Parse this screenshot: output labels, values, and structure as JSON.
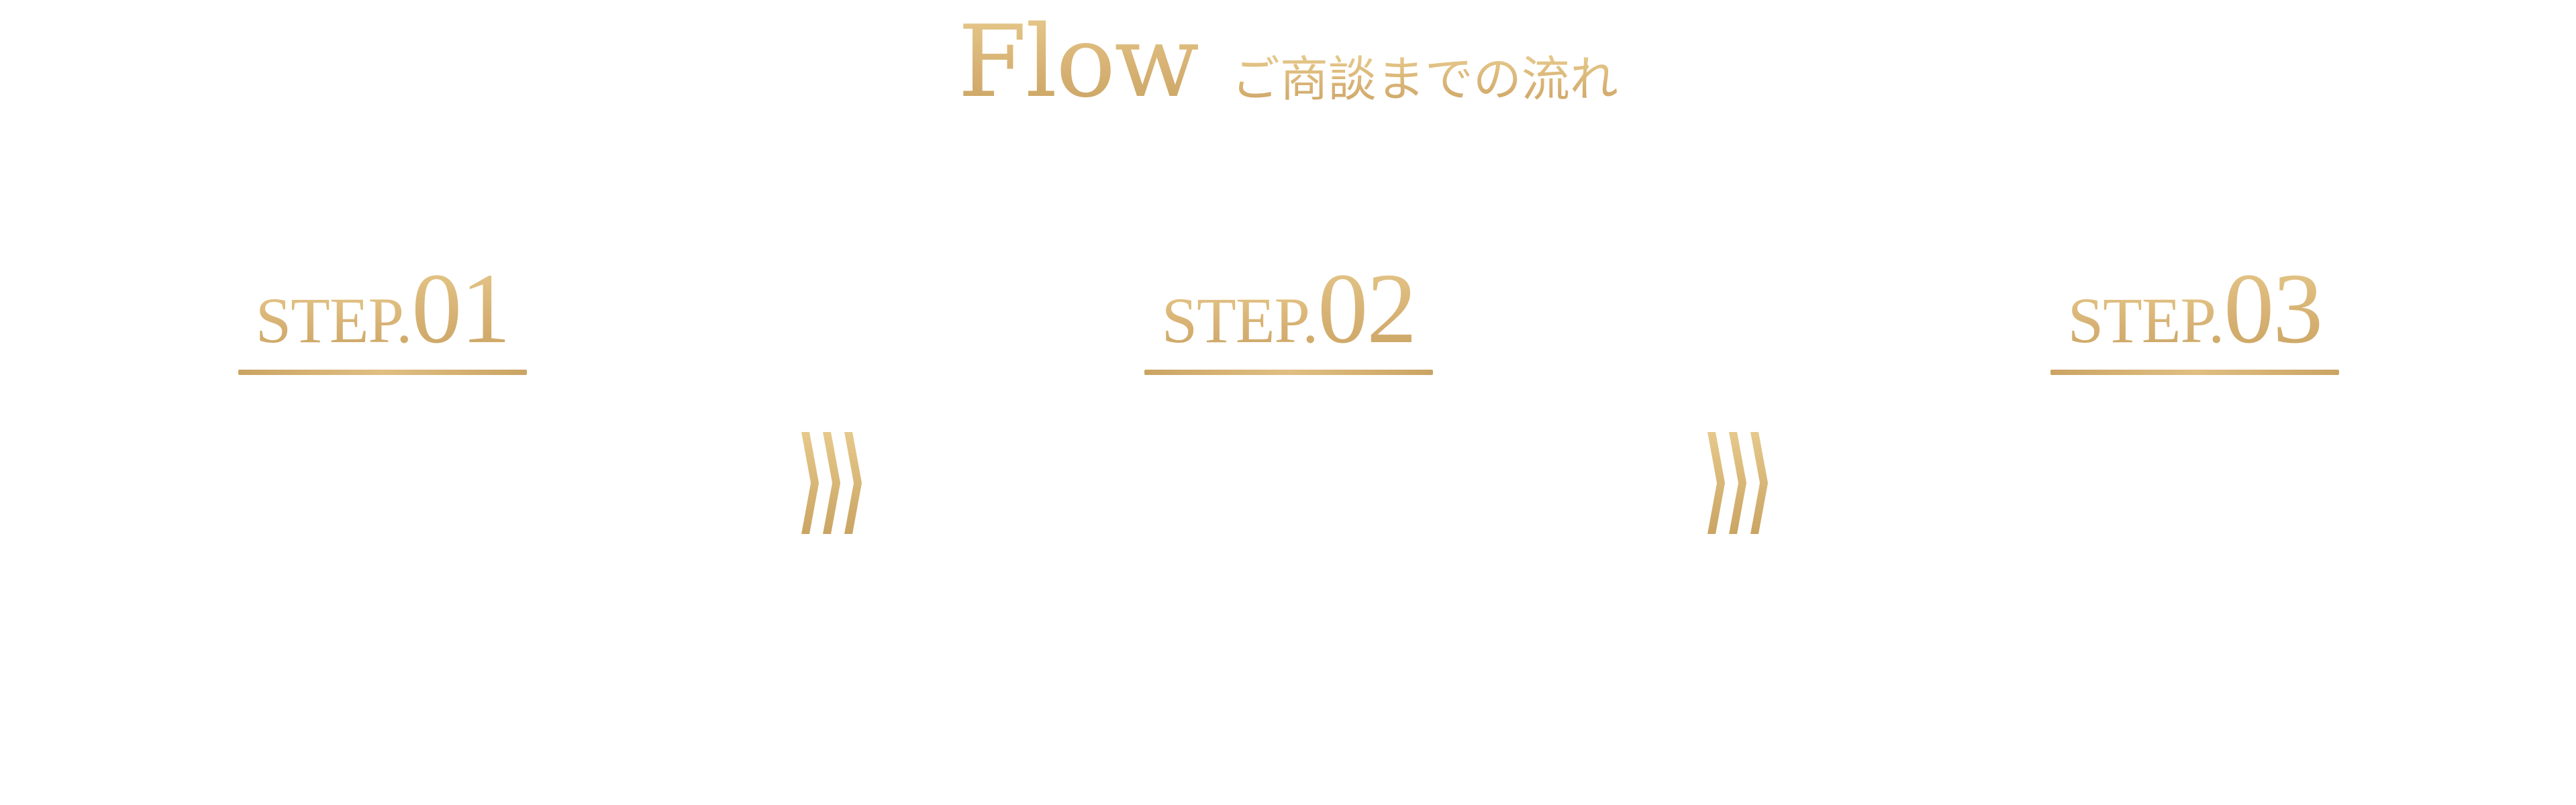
{
  "header": {
    "title": "Flow",
    "subtitle": "ご商談までの流れ"
  },
  "steps": [
    {
      "prefix": "STEP.",
      "number": "01"
    },
    {
      "prefix": "STEP.",
      "number": "02"
    },
    {
      "prefix": "STEP.",
      "number": "03"
    }
  ],
  "colors": {
    "gold_light": "#e6c98b",
    "gold_mid": "#d7b274",
    "gold_dark": "#caa463",
    "background": "#ffffff"
  },
  "icons": {
    "between_steps": "triple-chevron-right-icon"
  }
}
